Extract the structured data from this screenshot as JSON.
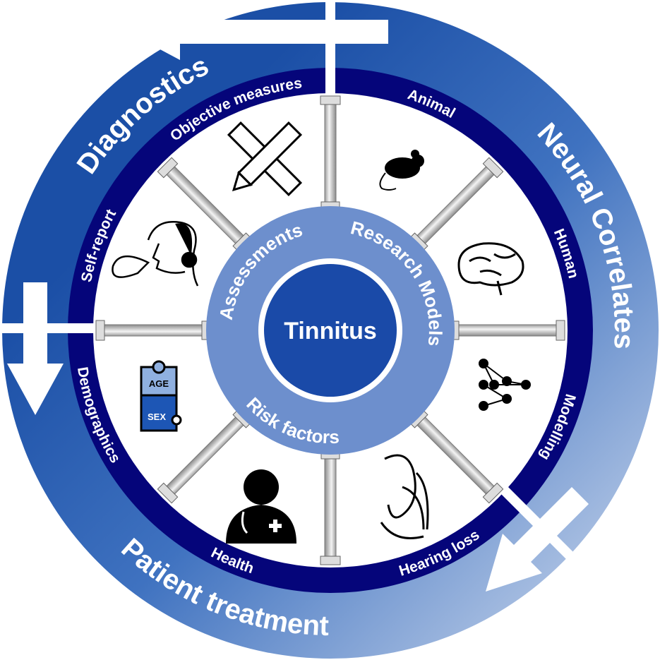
{
  "center": {
    "label": "Tinnitus"
  },
  "outer_ring": {
    "diagnostics": "Diagnostics",
    "neural_correlates": "Neural Correlates",
    "patient_treatment": "Patient treatment"
  },
  "pillar_ring": {
    "objective_measures": "Objective measures",
    "animal": "Animal",
    "human": "Human",
    "modelling": "Modelling",
    "hearing_loss": "Hearing loss",
    "health": "Health",
    "demographics": "Demographics",
    "self_report": "Self-report"
  },
  "inner_ring": {
    "assessments": "Assessments",
    "research_models": "Research Models",
    "risk_factors": "Risk factors"
  },
  "puzzle": {
    "top": "AGE",
    "bottom": "SEX"
  },
  "colors": {
    "outer_dark": "#1b4fa6",
    "outer_light": "#b7c9e6",
    "navy_ring": "#05057a",
    "inner_ring": "#6d8fcd",
    "center": "#1a4aa8"
  }
}
